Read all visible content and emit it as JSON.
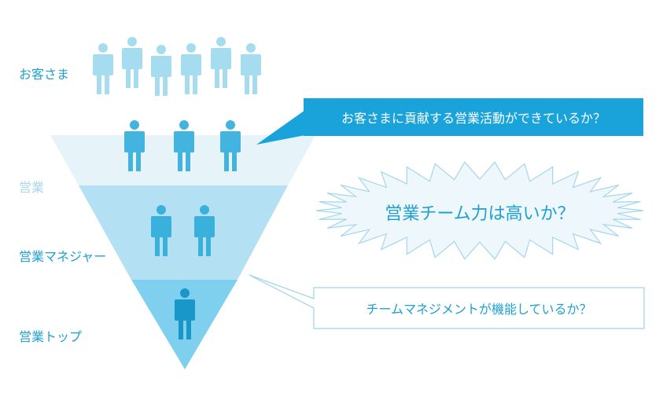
{
  "labels": {
    "customers": "お客さま",
    "sales": "営業",
    "sales_manager": "営業マネジャー",
    "sales_top": "営業トップ"
  },
  "callouts": {
    "contribution": "お客さまに貢献する営業活動ができているか？",
    "team_power": "営業チーム力は高いか？",
    "team_management": "チームマネジメントが機能しているか？"
  },
  "colors": {
    "customer_figure": "#a6dcef",
    "sales_figure": "#43b4df",
    "manager_figure": "#3ab0dd",
    "top_figure": "#1a97c9",
    "funnel_top": "#e6f4fa",
    "funnel_mid": "#b3e1f3",
    "funnel_bottom": "#7fcfee",
    "accent": "#1aa3db"
  },
  "figure_counts": {
    "customers": 6,
    "sales": 3,
    "managers": 2,
    "top": 1
  }
}
